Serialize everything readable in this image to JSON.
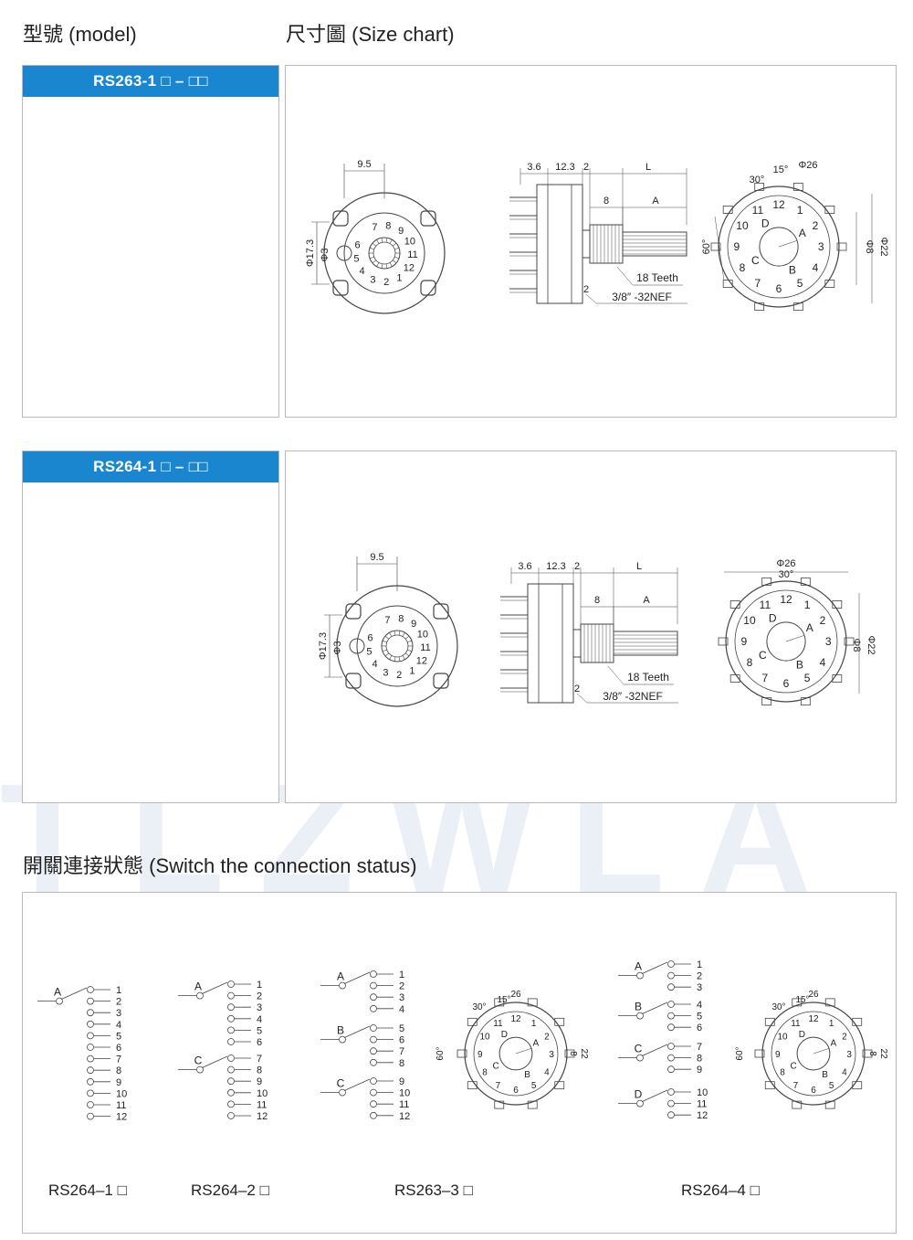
{
  "headings": {
    "model": "型號 (model)",
    "size_chart": "尺寸圖 (Size chart)",
    "connection": "開關連接狀態 (Switch the connection status)"
  },
  "models": [
    {
      "name": "RS263-1 □ – □□"
    },
    {
      "name": "RS264-1 □ – □□"
    }
  ],
  "watermark": "TLZWLA",
  "dimensions": {
    "d95": "9.5",
    "d173": "Φ17.3",
    "d3": "Φ3",
    "d36": "3.6",
    "d123": "12.3",
    "d2": "2",
    "dL": "L",
    "d8": "8",
    "dA": "A",
    "teeth": "18 Teeth",
    "thread": "3/8″  -32NEF",
    "phi26": "Φ26",
    "a30": "30°",
    "a15": "15°",
    "a60": "60°",
    "phi8": "Φ8",
    "phi22": "Φ22"
  },
  "connection_models": [
    "RS264–1 □",
    "RS264–2 □",
    "RS263–3 □",
    "RS264–4 □"
  ],
  "pole_labels": [
    "A",
    "B",
    "C",
    "D"
  ],
  "position_numbers": [
    "1",
    "2",
    "3",
    "4",
    "5",
    "6",
    "7",
    "8",
    "9",
    "10",
    "11",
    "12"
  ],
  "dial_small": {
    "d26": "26",
    "a30": "30°",
    "a15": "15°",
    "a60": "60°",
    "d8": "8",
    "d22": "22"
  }
}
